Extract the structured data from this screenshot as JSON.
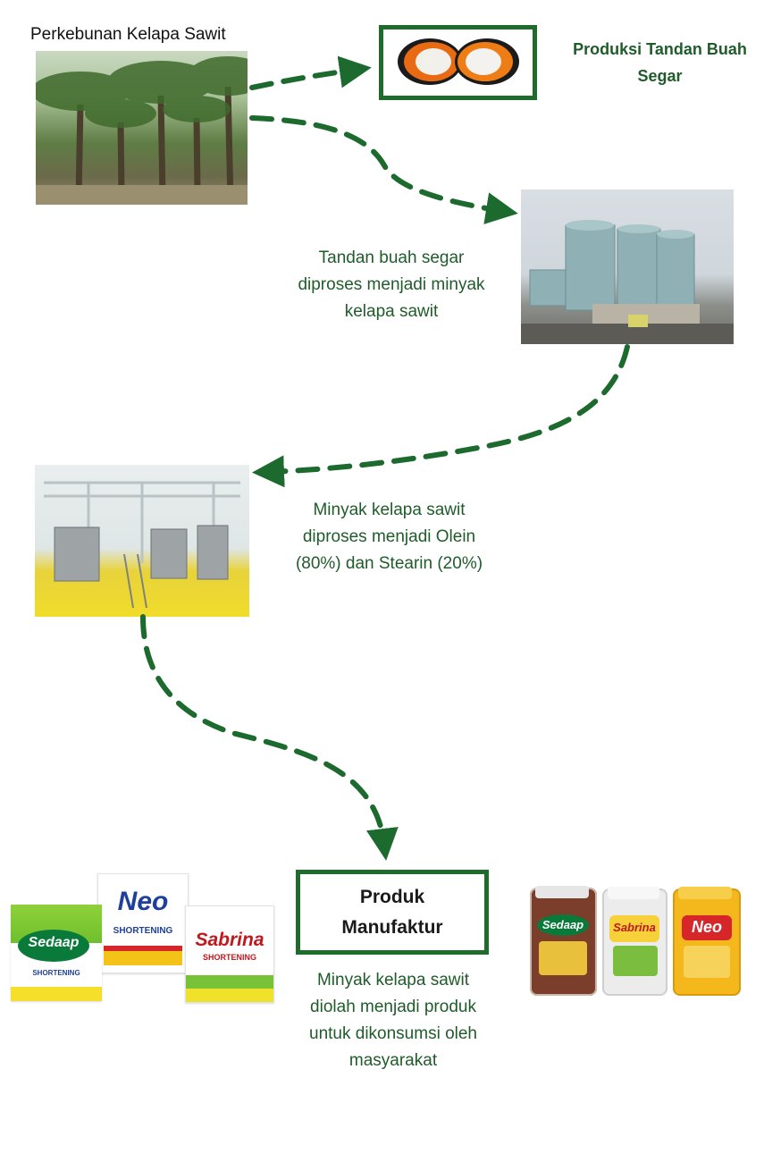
{
  "colors": {
    "accent_green": "#1e6b2c",
    "text_green": "#1f5c2a",
    "arrow_green": "#1d6a2e"
  },
  "plantation": {
    "title": "Perkebunan Kelapa Sawit",
    "image": "palm-plantation-photo"
  },
  "fruit": {
    "image": "palm-fruit-halves-photo",
    "caption": "Produksi Tandan Buah Segar"
  },
  "mill": {
    "image": "palm-oil-mill-tanks-photo",
    "caption_lines": [
      "Tandan buah segar",
      "diproses menjadi minyak",
      "kelapa sawit"
    ]
  },
  "refinery": {
    "image": "fractionation-plant-interior-photo",
    "caption_lines": [
      "Minyak kelapa sawit",
      "diproses menjadi Olein",
      "(80%) dan Stearin (20%)"
    ]
  },
  "product": {
    "title_lines": [
      "Produk",
      "Manufaktur"
    ],
    "caption_lines": [
      "Minyak kelapa sawit",
      "diolah menjadi produk",
      "untuk dikonsumsi oleh",
      "masyarakat"
    ]
  },
  "shortening_boxes": [
    {
      "brand": "Sedaap",
      "type": "SHORTENING",
      "color": "#0a7a3a"
    },
    {
      "brand": "Neo",
      "type": "SHORTENING",
      "color": "#1e3f9a"
    },
    {
      "brand": "Sabrina",
      "type": "SHORTENING",
      "color": "#c2171c"
    }
  ],
  "jerrycans": [
    {
      "brand": "Sedaap",
      "fill": "#7a3e2a"
    },
    {
      "brand": "Sabrina",
      "fill": "#e9e9e9"
    },
    {
      "brand": "Neo",
      "fill": "#f4b71c"
    }
  ]
}
